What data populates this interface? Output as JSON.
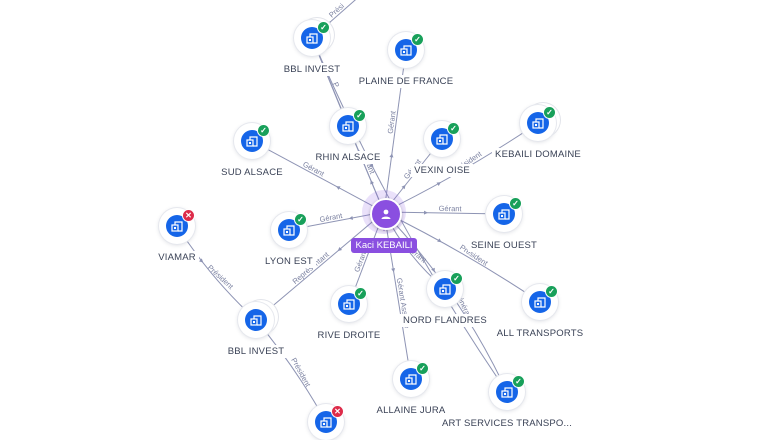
{
  "center_person": {
    "name": "Kaci KEBAILI",
    "icon": "person-icon",
    "color": "#8a4fe0"
  },
  "companies": [
    {
      "id": "bbl_invest_top",
      "name": "BBL INVEST",
      "status": "active",
      "icon": "building-icon"
    },
    {
      "id": "plaine_de_france",
      "name": "PLAINE DE FRANCE",
      "status": "active",
      "icon": "building-icon"
    },
    {
      "id": "rhin_alsace",
      "name": "RHIN ALSACE",
      "status": "active",
      "icon": "building-icon"
    },
    {
      "id": "sud_alsace",
      "name": "SUD ALSACE",
      "status": "active",
      "icon": "building-icon"
    },
    {
      "id": "vexin_oise",
      "name": "VEXIN OISE",
      "status": "active",
      "icon": "building-icon"
    },
    {
      "id": "kebaili_domaine",
      "name": "KEBAILI DOMAINE",
      "status": "active",
      "icon": "building-icon"
    },
    {
      "id": "viamar",
      "name": "VIAMAR",
      "status": "closed",
      "icon": "building-icon"
    },
    {
      "id": "lyon_est",
      "name": "LYON EST",
      "status": "active",
      "icon": "building-icon"
    },
    {
      "id": "seine_ouest",
      "name": "SEINE OUEST",
      "status": "active",
      "icon": "building-icon"
    },
    {
      "id": "nord_flandres",
      "name": "NORD FLANDRES",
      "status": "active",
      "icon": "building-icon"
    },
    {
      "id": "all_transports",
      "name": "ALL TRANSPORTS",
      "status": "active",
      "icon": "building-icon"
    },
    {
      "id": "rive_droite",
      "name": "RIVE DROITE",
      "status": "active",
      "icon": "building-icon"
    },
    {
      "id": "bbl_invest_left",
      "name": "BBL INVEST",
      "status": "active",
      "icon": "building-icon"
    },
    {
      "id": "allaine_jura",
      "name": "ALLAINE JURA",
      "status": "active",
      "icon": "building-icon"
    },
    {
      "id": "art_services",
      "name": "ART SERVICES TRANSPO...",
      "status": "active",
      "icon": "building-icon"
    },
    {
      "id": "bottom_unlabeled",
      "name": "",
      "status": "closed",
      "icon": "building-icon"
    }
  ],
  "relations": [
    {
      "from": "person",
      "to": "bbl_invest_top",
      "label": ""
    },
    {
      "from": "person",
      "to": "plaine_de_france",
      "label": "Gérant"
    },
    {
      "from": "person",
      "to": "rhin_alsace",
      "label": "Gérant"
    },
    {
      "from": "person",
      "to": "sud_alsace",
      "label": "Gérant"
    },
    {
      "from": "person",
      "to": "vexin_oise",
      "label": "Gérant"
    },
    {
      "from": "person",
      "to": "kebaili_domaine",
      "label": "Président"
    },
    {
      "from": "person",
      "to": "lyon_est",
      "label": "Gérant"
    },
    {
      "from": "person",
      "to": "seine_ouest",
      "label": "Gérant"
    },
    {
      "from": "person",
      "to": "nord_flandres",
      "label": "Gérant"
    },
    {
      "from": "person",
      "to": "all_transports",
      "label": "Président"
    },
    {
      "from": "person",
      "to": "rive_droite",
      "label": "Gérant"
    },
    {
      "from": "person",
      "to": "bbl_invest_left",
      "label": "Représentant"
    },
    {
      "from": "person",
      "to": "allaine_jura",
      "label": "Gérant Associé"
    },
    {
      "from": "person",
      "to": "art_services",
      "label": "Général"
    },
    {
      "from": "bbl_invest_top",
      "to": "rhin_alsace",
      "label": "P"
    },
    {
      "from": "bbl_invest_top",
      "to": "off_top",
      "label": "Prési"
    },
    {
      "from": "bbl_invest_top",
      "to": "art_services",
      "label": ""
    },
    {
      "from": "viamar",
      "to": "bbl_invest_left",
      "label": "Président"
    },
    {
      "from": "bbl_invest_left",
      "to": "bottom_unlabeled",
      "label": "Président"
    }
  ],
  "colors": {
    "building": "#1565e8",
    "active_badge": "#18a05a",
    "closed_badge": "#dd2c4a",
    "edge": "#8e94b4",
    "edge_label": "#7a80a0"
  }
}
